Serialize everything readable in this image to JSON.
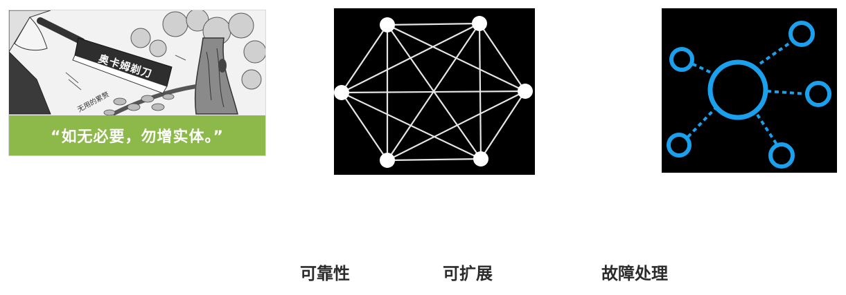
{
  "cartoon": {
    "banner_text": "“如无必要，勿增实体。”",
    "knife_text": "奥卡姆剃刀",
    "branch_text": "无用的累赘",
    "banner_color": "#8db84a"
  },
  "network_mesh": {
    "background": "#000000",
    "node_color": "#ffffff"
  },
  "network_star": {
    "background": "#000000",
    "node_color": "#1aa0ec"
  },
  "labels": [
    "可靠性",
    "可扩展",
    "故障处理"
  ]
}
